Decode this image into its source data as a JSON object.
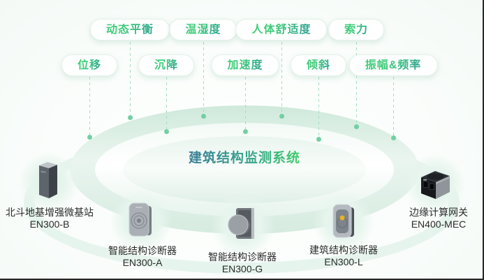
{
  "title": "建筑结构监测系统",
  "sensors": {
    "row1": [
      {
        "label": "动态平衡"
      },
      {
        "label": "温湿度"
      },
      {
        "label": "人体舒适度"
      },
      {
        "label": "索力"
      }
    ],
    "row2": [
      {
        "label": "位移"
      },
      {
        "label": "沉降"
      },
      {
        "label": "加速度"
      },
      {
        "label": "倾斜"
      },
      {
        "label": "振幅&频率"
      }
    ]
  },
  "devices": [
    {
      "name": "北斗地基增强微基站",
      "model": "EN300-B"
    },
    {
      "name": "智能结构诊断器",
      "model": "EN300-A"
    },
    {
      "name": "智能结构诊断器",
      "model": "EN300-G"
    },
    {
      "name": "建筑结构诊断器",
      "model": "EN300-L"
    },
    {
      "name": "边缘计算网关",
      "model": "EN400-MEC"
    }
  ],
  "colors": {
    "accent_green": "#3ecd78",
    "accent_teal": "#2f9f92",
    "title_gradient_start": "#3d7f98",
    "title_gradient_end": "#40cc6c",
    "dashed_line": "#a7dcc2",
    "connector_dot": "#74cfa3",
    "platter_green": "#cfe9db",
    "label_text": "#2a2a2a"
  }
}
